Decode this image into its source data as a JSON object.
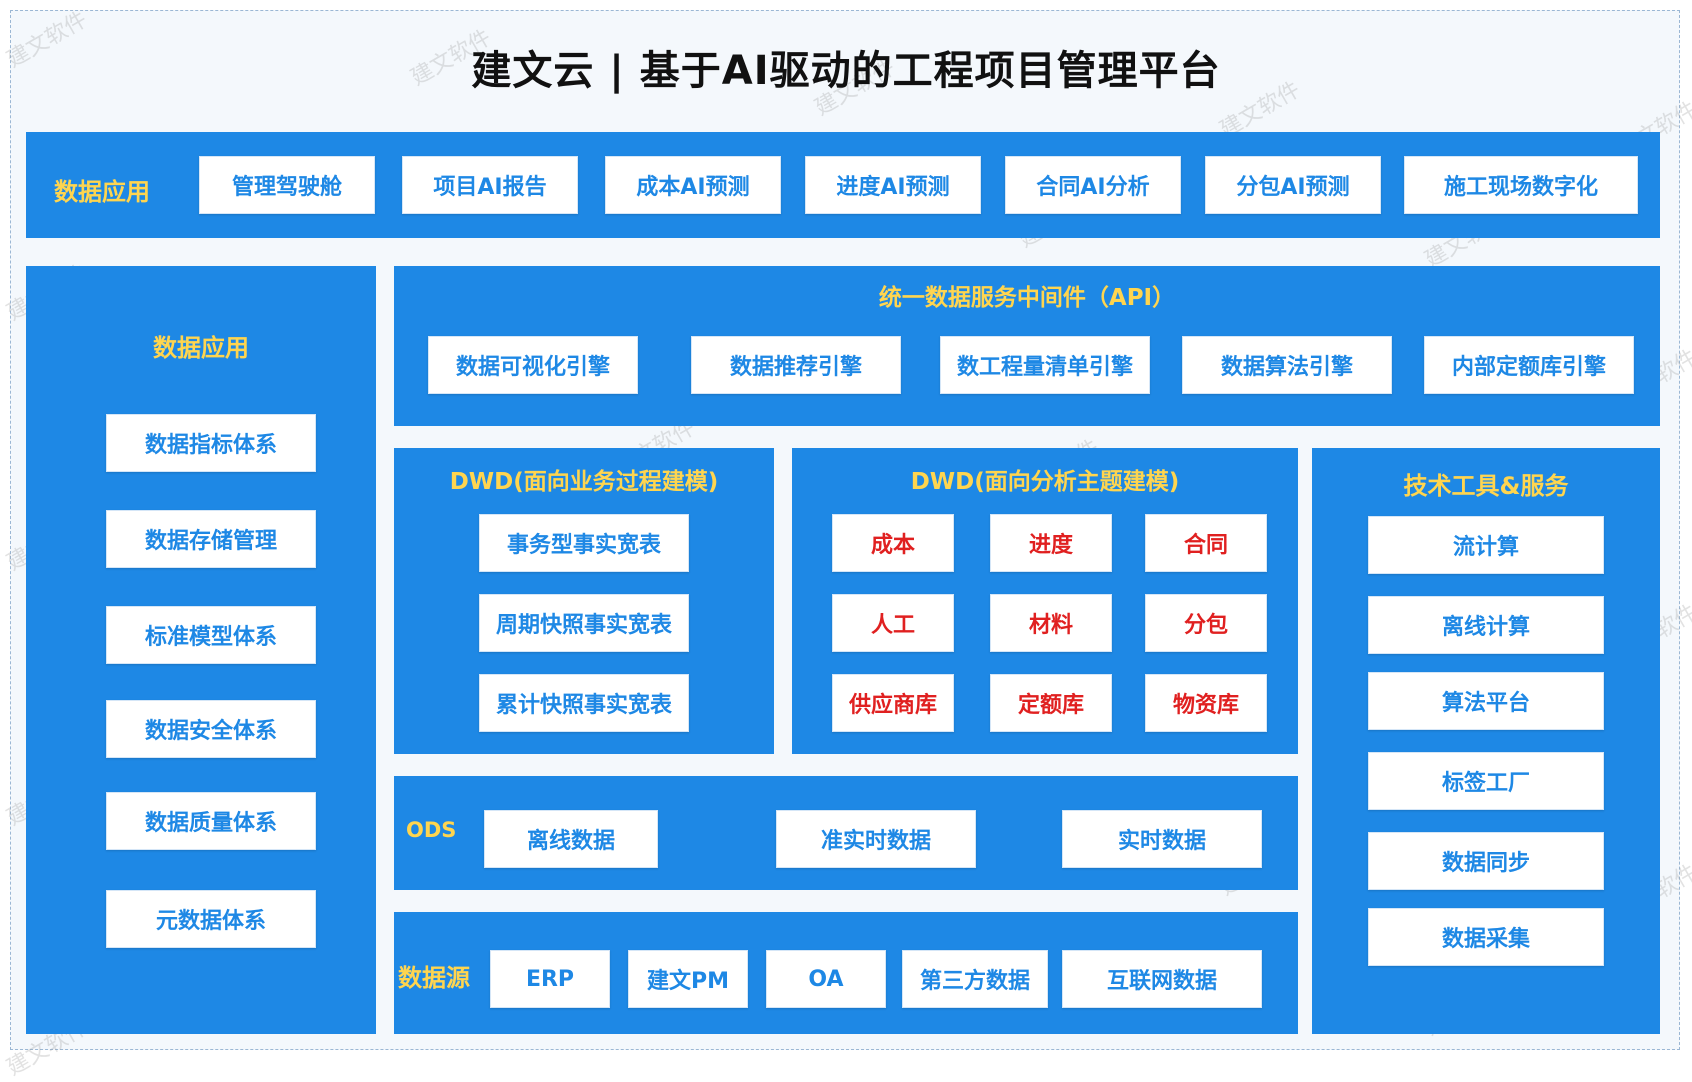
{
  "title": "建文云 | 基于AI驱动的工程项目管理平台",
  "top_bar": {
    "label": "数据应用",
    "items": [
      "管理驾驶舱",
      "项目AI报告",
      "成本AI预测",
      "进度AI预测",
      "合同AI分析",
      "分包AI预测",
      "施工现场数字化"
    ]
  },
  "left_panel": {
    "title": "数据应用",
    "items": [
      "数据指标体系",
      "数据存储管理",
      "标准模型体系",
      "数据安全体系",
      "数据质量体系",
      "元数据体系"
    ]
  },
  "api_panel": {
    "title": "统一数据服务中间件（API）",
    "items": [
      "数据可视化引擎",
      "数据推荐引擎",
      "数工程量清单引擎",
      "数据算法引擎",
      "内部定额库引擎"
    ]
  },
  "dwd_business": {
    "title": "DWD(面向业务过程建模)",
    "items": [
      "事务型事实宽表",
      "周期快照事实宽表",
      "累计快照事实宽表"
    ]
  },
  "dwd_analysis": {
    "title": "DWD(面向分析主题建模)",
    "items": [
      "成本",
      "进度",
      "合同",
      "人工",
      "材料",
      "分包",
      "供应商库",
      "定额库",
      "物资库"
    ]
  },
  "tech_panel": {
    "title": "技术工具&服务",
    "items": [
      "流计算",
      "离线计算",
      "算法平台",
      "标签工厂",
      "数据同步",
      "数据采集"
    ]
  },
  "ods": {
    "label": "ODS",
    "items": [
      "离线数据",
      "准实时数据",
      "实时数据"
    ]
  },
  "source": {
    "label": "数据源",
    "items": [
      "ERP",
      "建文PM",
      "OA",
      "第三方数据",
      "互联网数据"
    ]
  },
  "watermark": "建文软件",
  "colors": {
    "panel_blue": "#1e88e5",
    "label_yellow": "#ffd54f",
    "text_red": "#e02020",
    "box_white": "#ffffff"
  }
}
